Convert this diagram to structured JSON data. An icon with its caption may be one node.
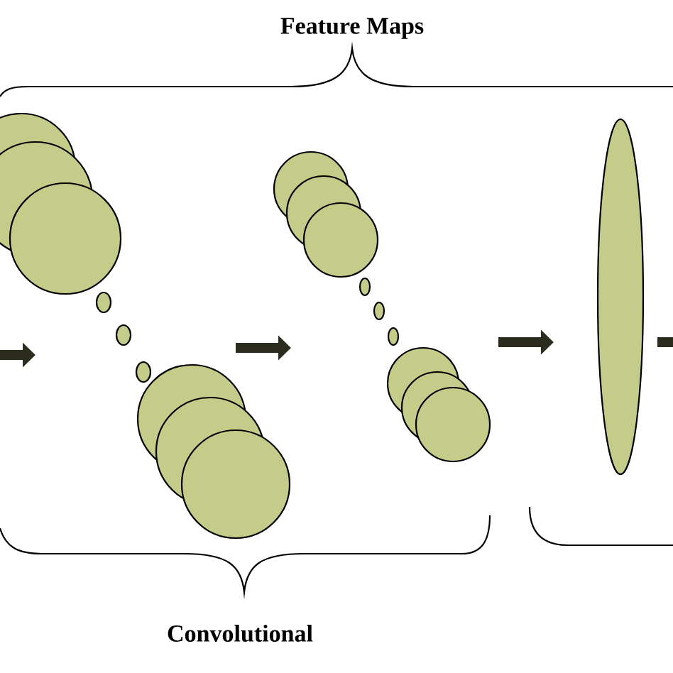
{
  "diagram": {
    "nodes": [
      {
        "text": [],
        "shape": "circle"
      },
      {
        "text": [],
        "shape": "circle"
      },
      {
        "text": [],
        "shape": "ellipse"
      }
    ],
    "edges": [
      {
        "from": 0,
        "to": 1,
        "arrow": "to"
      },
      {
        "from": 1,
        "to": 2,
        "arrow": "to"
      },
      {
        "from": 2,
        "to": null,
        "arrow": "none"
      }
    ],
    "labels": [
      "Feature Maps",
      "Convolutional"
    ]
  }
}
